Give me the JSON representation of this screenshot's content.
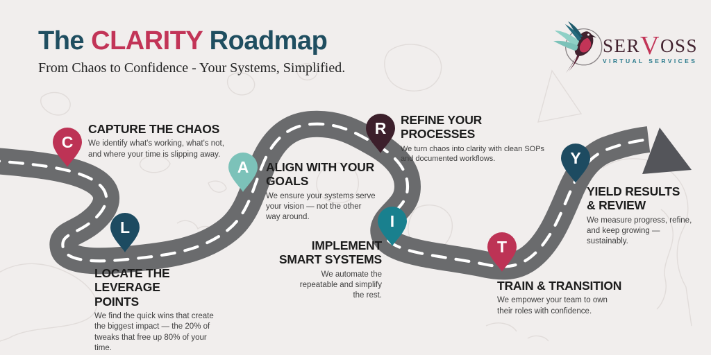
{
  "header": {
    "title": {
      "prefix": "The ",
      "highlight": "CLARITY",
      "suffix": " Roadmap"
    },
    "subtitle": "From Chaos to Confidence - Your Systems, Simplified."
  },
  "logo": {
    "brand_pre": "SER",
    "brand_v": "V",
    "brand_post": "OSS",
    "tagline": "VIRTUAL SERVICES",
    "icon": "hummingbird-logo-icon"
  },
  "colors": {
    "background": "#f1eeed",
    "road": "#6a6b6d",
    "road-dash": "#ffffff",
    "arrow": "#54555a",
    "title-teal": "#1f4e60",
    "title-crimson": "#c23457",
    "heading-text": "#1c1c1c",
    "body-text": "#3f3f3f",
    "map-line": "#e1dcda",
    "logo-maroon": "#42222f",
    "logo-teal": "#2a7a8c"
  },
  "stops": [
    {
      "letter": "C",
      "title": "CAPTURE THE CHAOS",
      "description": "We identify what's working, what's not, and where your time is slipping away.",
      "color": "#bd3355"
    },
    {
      "letter": "L",
      "title": "LOCATE THE LEVERAGE POINTS",
      "description": "We find the quick wins that create the biggest impact — the 20% of tweaks that free up 80% of your time.",
      "color": "#1d4b61"
    },
    {
      "letter": "A",
      "title": "ALIGN WITH YOUR GOALS",
      "description": "We ensure your systems serve your vision — not the other way around.",
      "color": "#7cc2b9"
    },
    {
      "letter": "R",
      "title": "REFINE YOUR PROCESSES",
      "description": "We turn chaos into clarity with clean SOPs and documented workflows.",
      "color": "#3c1f2b"
    },
    {
      "letter": "I",
      "title": "IMPLEMENT SMART SYSTEMS",
      "description": "We automate the repeatable and simplify the rest.",
      "color": "#19808e"
    },
    {
      "letter": "T",
      "title": "TRAIN & TRANSITION",
      "description": "We empower your team to own their roles with confidence.",
      "color": "#bd3355"
    },
    {
      "letter": "Y",
      "title": "YIELD RESULTS & REVIEW",
      "description": "We measure progress, refine, and keep growing — sustainably.",
      "color": "#1d4b61"
    }
  ]
}
